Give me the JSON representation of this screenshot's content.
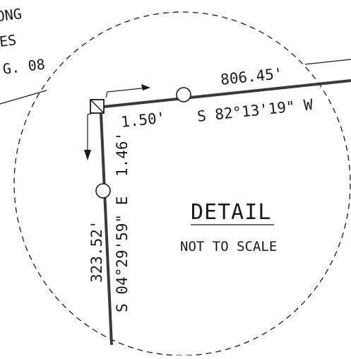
{
  "corner_note": {
    "lines": [
      "ONG",
      "ES",
      "G. 08"
    ]
  },
  "detail_title": "DETAIL",
  "detail_subtitle": "NOT TO SCALE",
  "north_line": {
    "distance": "806.45'",
    "bearing": "S 82°13'19\" W",
    "offset": "1.50'"
  },
  "west_line": {
    "distance": "323.52'",
    "bearing": "S 04°29'59\" E",
    "offset": "1.46'"
  },
  "colors": {
    "ink": "#1a1a1a",
    "paper": "#ffffff"
  }
}
